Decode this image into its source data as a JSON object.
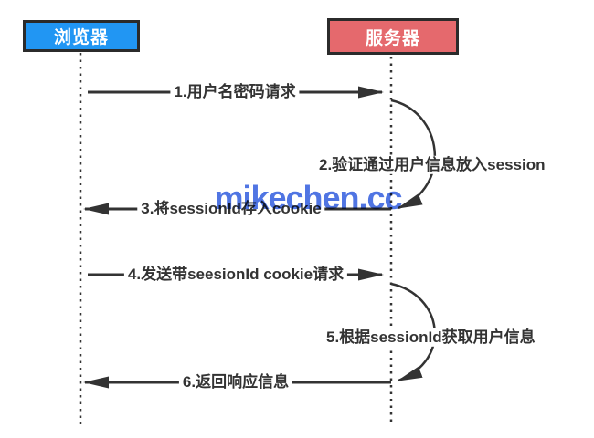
{
  "diagram": {
    "type": "sequence-diagram",
    "actors": [
      {
        "id": "browser",
        "label": "浏览器",
        "fill": "#2196f3",
        "border": "#2b2b2b",
        "text_color": "#ffffff"
      },
      {
        "id": "server",
        "label": "服务器",
        "fill": "#e5696d",
        "border": "#2b2b2b",
        "text_color": "#ffffff"
      }
    ],
    "messages": [
      {
        "label": "1.用户名密码请求",
        "from": "browser",
        "to": "server",
        "kind": "solid-arrow",
        "direction": "right"
      },
      {
        "label": "2.验证通过用户信息放入session",
        "from": "server",
        "to": "server",
        "kind": "self-loop",
        "direction": "self"
      },
      {
        "label": "3.将sessionId存入cookie",
        "from": "server",
        "to": "browser",
        "kind": "solid-arrow",
        "direction": "left"
      },
      {
        "label": "4.发送带seesionId cookie请求",
        "from": "browser",
        "to": "server",
        "kind": "solid-arrow",
        "direction": "right"
      },
      {
        "label": "5.根据sessionId获取用户信息",
        "from": "server",
        "to": "server",
        "kind": "self-loop",
        "direction": "self"
      },
      {
        "label": "6.返回响应信息",
        "from": "server",
        "to": "browser",
        "kind": "solid-arrow",
        "direction": "left"
      }
    ],
    "watermark": {
      "text": "mikechen.cc",
      "color": "#4169e1"
    },
    "colors": {
      "background": "#ffffff",
      "line": "#333333",
      "label_text": "#333333"
    }
  }
}
